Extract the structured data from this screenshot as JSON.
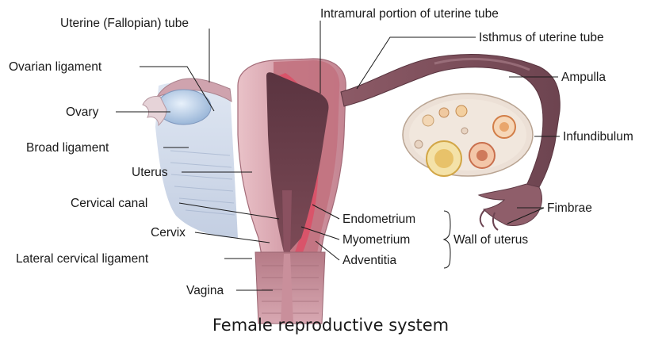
{
  "caption": "Female reproductive system",
  "labels": {
    "uterine_tube": "Uterine (Fallopian) tube",
    "ovarian_ligament": "Ovarian ligament",
    "ovary": "Ovary",
    "broad_ligament": "Broad ligament",
    "uterus": "Uterus",
    "cervical_canal": "Cervical canal",
    "cervix": "Cervix",
    "lateral_cervical_ligament": "Lateral cervical ligament",
    "vagina": "Vagina",
    "intramural_portion": "Intramural portion of uterine tube",
    "isthmus": "Isthmus of uterine tube",
    "ampulla": "Ampulla",
    "infundibulum": "Infundibulum",
    "fimbrae": "Fimbrae",
    "endometrium": "Endometrium",
    "myometrium": "Myometrium",
    "adventitia": "Adventitia",
    "wall_of_uterus": "Wall of uterus"
  }
}
